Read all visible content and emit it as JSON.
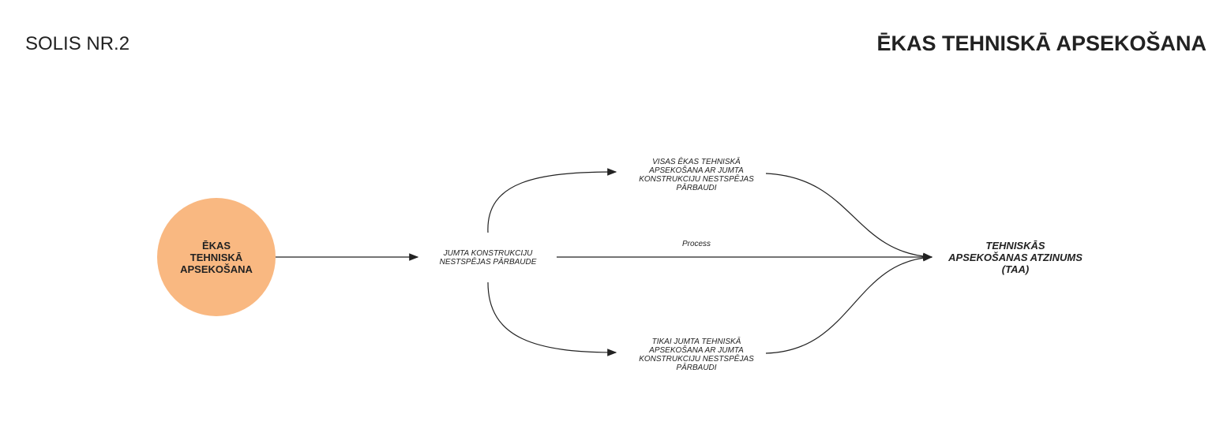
{
  "header": {
    "step": "SOLIS NR.2",
    "title": "ĒKAS TEHNISKĀ APSEKOŠANA"
  },
  "colors": {
    "circle": "#F9B881",
    "line": "#222222"
  },
  "nodes": {
    "start": "ĒKAS\nTEHNISKĀ\nAPSEKOŠANA",
    "check": "JUMTA KONSTRUKCIJU\nNESTSPĒJAS PĀRBAUDE",
    "full": "VISAS ĒKAS TEHNISKĀ\nAPSEKOŠANA AR JUMTA\nKONSTRUKCIJU NESTSPĒJAS\nPĀRBAUDI",
    "roof": "TIKAI JUMTA TEHNISKĀ\nAPSEKOŠANA AR JUMTA\nKONSTRUKCIJU NESTSPĒJAS\nPĀRBAUDI",
    "result": "TEHNISKĀS\nAPSEKOŠANAS ATZINUMS\n(TAA)"
  },
  "edges": {
    "process": "Process"
  }
}
